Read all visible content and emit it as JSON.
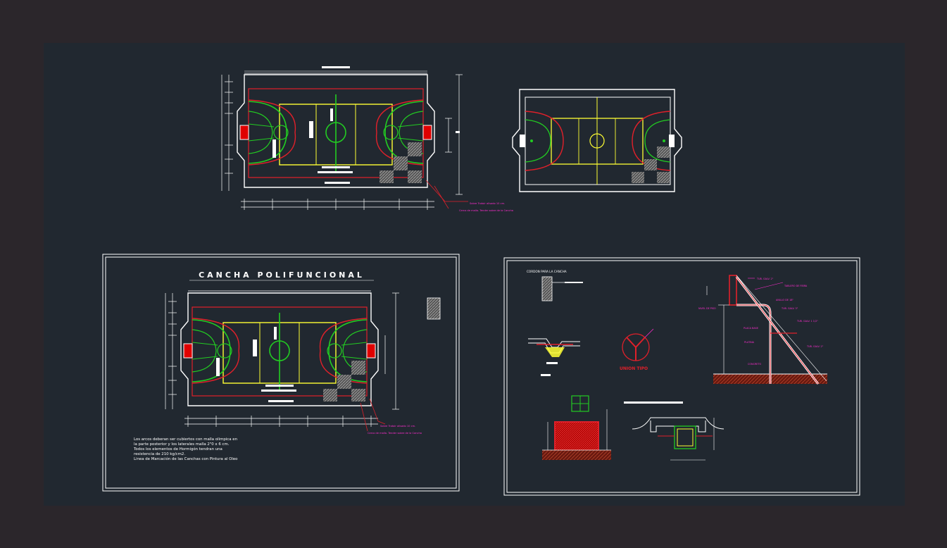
{
  "colors": {
    "background_outer": "#2b262b",
    "model_space": "#212830",
    "line_white": "#ffffff",
    "line_red": "#e0202a",
    "line_green": "#22cc22",
    "line_yellow": "#ffff33",
    "line_magenta": "#ff2dcf",
    "fill_red": "#e00000",
    "hatch_gray": "#8a8a8a"
  },
  "sheet_left": {
    "title": "CANCHA POLIFUNCIONAL",
    "notes": [
      "Los arcos deberan ser cubiertos con malla olimpica en",
      "la parte posterior y los laterales malla 2\"0 x 6 cm.",
      "Todos los elementos de Hormigón tendran una",
      "resistencia de 210 kg/cm2.",
      "Linea de Marcación de las Canchas con Pintura al Oleo"
    ],
    "callout_1": "Sobre Trotoir alisado 10 cm.",
    "callout_2": "Cerco de malla. Tender sobre de la Cancha"
  },
  "top_plan": {
    "callout_1": "Sobre Trotoir alisado 10 cm.",
    "callout_2": "Cerco de malla. Tender sobre de la Cancha"
  },
  "sheet_right": {
    "curb_title": "CORDON PARA LA CANCHA",
    "union_label": "UNION TIPO",
    "labels_magenta": [
      "TUB. GALV. 2\"",
      "TABLERO DE FIBRA",
      "ANILLO DE 18\"",
      "TUB. GALV. 3\"",
      "TUB. GALV. 1 1/2\"",
      "TUB. GALV. 2\"",
      "PLACA BASE",
      "PLATINA",
      "CONCRETO",
      "NIVEL DE PISO"
    ]
  }
}
